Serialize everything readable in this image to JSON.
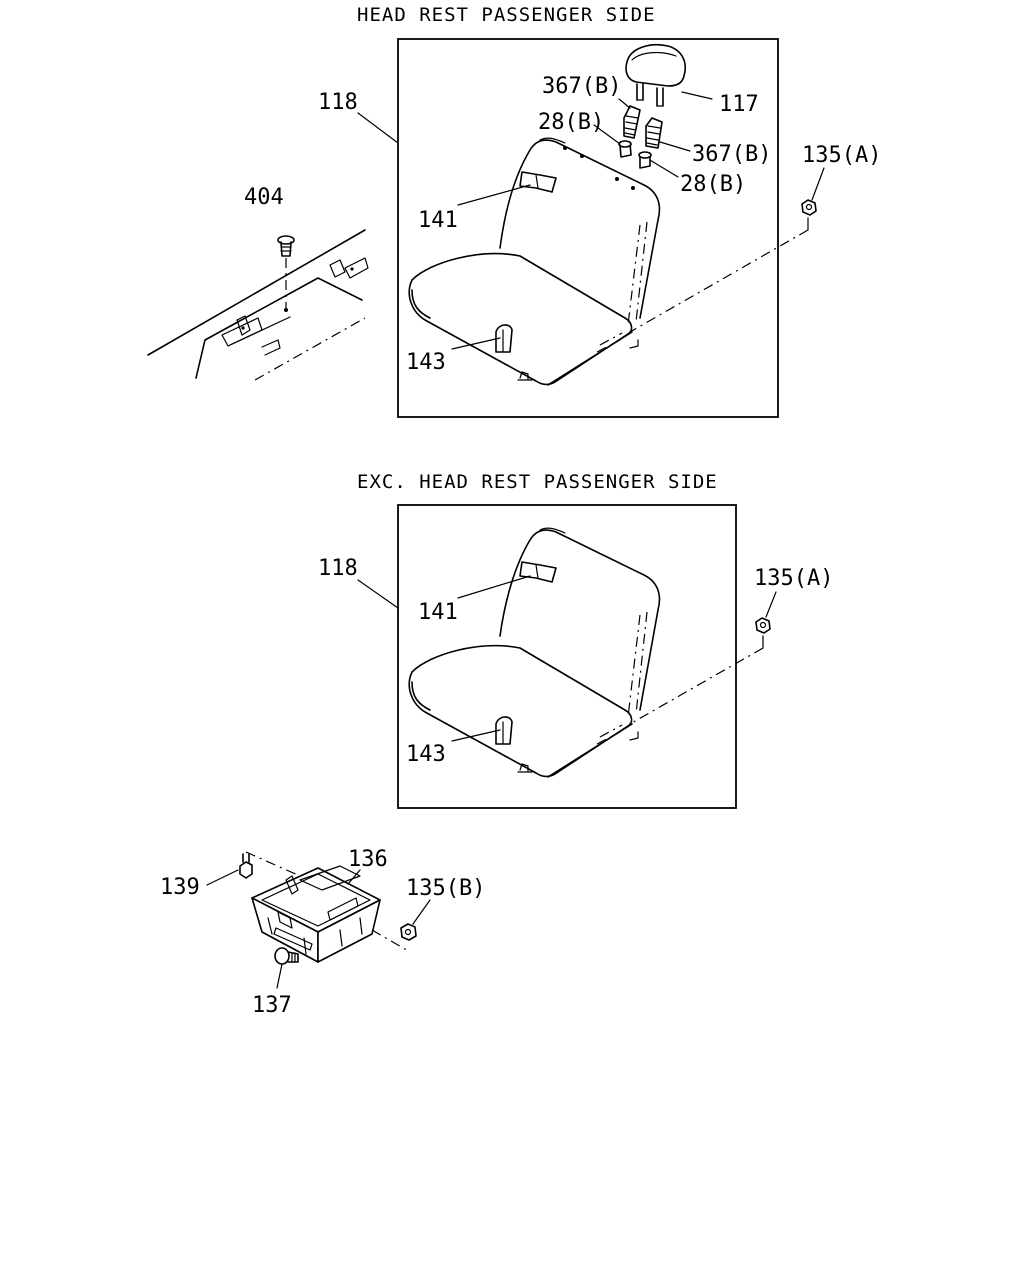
{
  "section_top": {
    "title": "HEAD REST PASSENGER SIDE",
    "labels": {
      "seat": "118",
      "headrest": "117",
      "guide_left": "367(B)",
      "guide_right": "367(B)",
      "bushing_left": "28(B)",
      "bushing_right": "28(B)",
      "nut": "135(A)",
      "clip_upper": "141",
      "clip_lower": "143",
      "screw": "404"
    }
  },
  "section_middle": {
    "title": "EXC. HEAD REST PASSENGER SIDE",
    "labels": {
      "seat": "118",
      "nut": "135(A)",
      "clip_upper": "141",
      "clip_lower": "143"
    }
  },
  "section_bottom": {
    "labels": {
      "bracket": "136",
      "bolt": "139",
      "nut": "135(B)",
      "pin": "137"
    }
  }
}
